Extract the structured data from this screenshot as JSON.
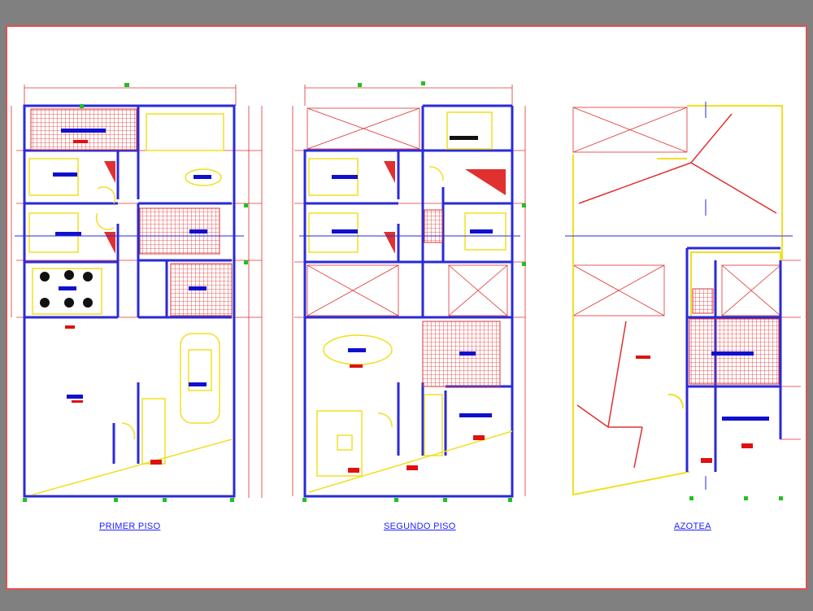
{
  "plans": [
    {
      "title": "PRIMER PISO"
    },
    {
      "title": "SEGUNDO PISO"
    },
    {
      "title": "AZOTEA"
    }
  ],
  "colors": {
    "wall": "#2a2ad8",
    "outline": "#e03030",
    "furniture": "#f0e020",
    "tile": "#e03030",
    "label_blue": "#1010d0",
    "label_red": "#e01010",
    "marker": "#20c020",
    "title": "#2020ff",
    "background": "#808080",
    "sheet": "#ffffff"
  }
}
